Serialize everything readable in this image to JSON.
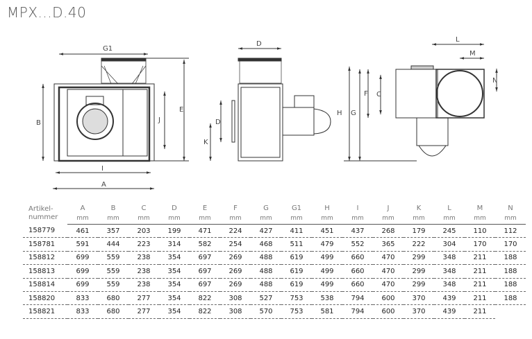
{
  "title": "MPX...D.40",
  "drawing_labels": {
    "front": {
      "G1": "G1",
      "E": "E",
      "B": "B",
      "J": "J",
      "I": "I",
      "A": "A"
    },
    "side": {
      "D_top": "D",
      "D_side": "D",
      "K": "K"
    },
    "end": {
      "H": "H",
      "G": "G",
      "F": "F",
      "C": "C",
      "L": "L",
      "M": "M",
      "N": "N"
    }
  },
  "table": {
    "header_article": [
      "Artikel-",
      "nummer"
    ],
    "columns": [
      "A",
      "B",
      "C",
      "D",
      "E",
      "F",
      "G",
      "G1",
      "H",
      "I",
      "J",
      "K",
      "L",
      "M",
      "N"
    ],
    "unit": "mm",
    "rows": [
      [
        "158779",
        "461",
        "357",
        "203",
        "199",
        "471",
        "224",
        "427",
        "411",
        "451",
        "437",
        "268",
        "179",
        "245",
        "110",
        "112"
      ],
      [
        "158781",
        "591",
        "444",
        "223",
        "314",
        "582",
        "254",
        "468",
        "511",
        "479",
        "552",
        "365",
        "222",
        "304",
        "170",
        "170"
      ],
      [
        "158812",
        "699",
        "559",
        "238",
        "354",
        "697",
        "269",
        "488",
        "619",
        "499",
        "660",
        "470",
        "299",
        "348",
        "211",
        "188"
      ],
      [
        "158813",
        "699",
        "559",
        "238",
        "354",
        "697",
        "269",
        "488",
        "619",
        "499",
        "660",
        "470",
        "299",
        "348",
        "211",
        "188"
      ],
      [
        "158814",
        "699",
        "559",
        "238",
        "354",
        "697",
        "269",
        "488",
        "619",
        "499",
        "660",
        "470",
        "299",
        "348",
        "211",
        "188"
      ],
      [
        "158820",
        "833",
        "680",
        "277",
        "354",
        "822",
        "308",
        "527",
        "753",
        "538",
        "794",
        "600",
        "370",
        "439",
        "211",
        "188"
      ],
      [
        "158821",
        "833",
        "680",
        "277",
        "354",
        "822",
        "308",
        "570",
        "753",
        "581",
        "794",
        "600",
        "370",
        "439",
        "211",
        ""
      ]
    ]
  }
}
